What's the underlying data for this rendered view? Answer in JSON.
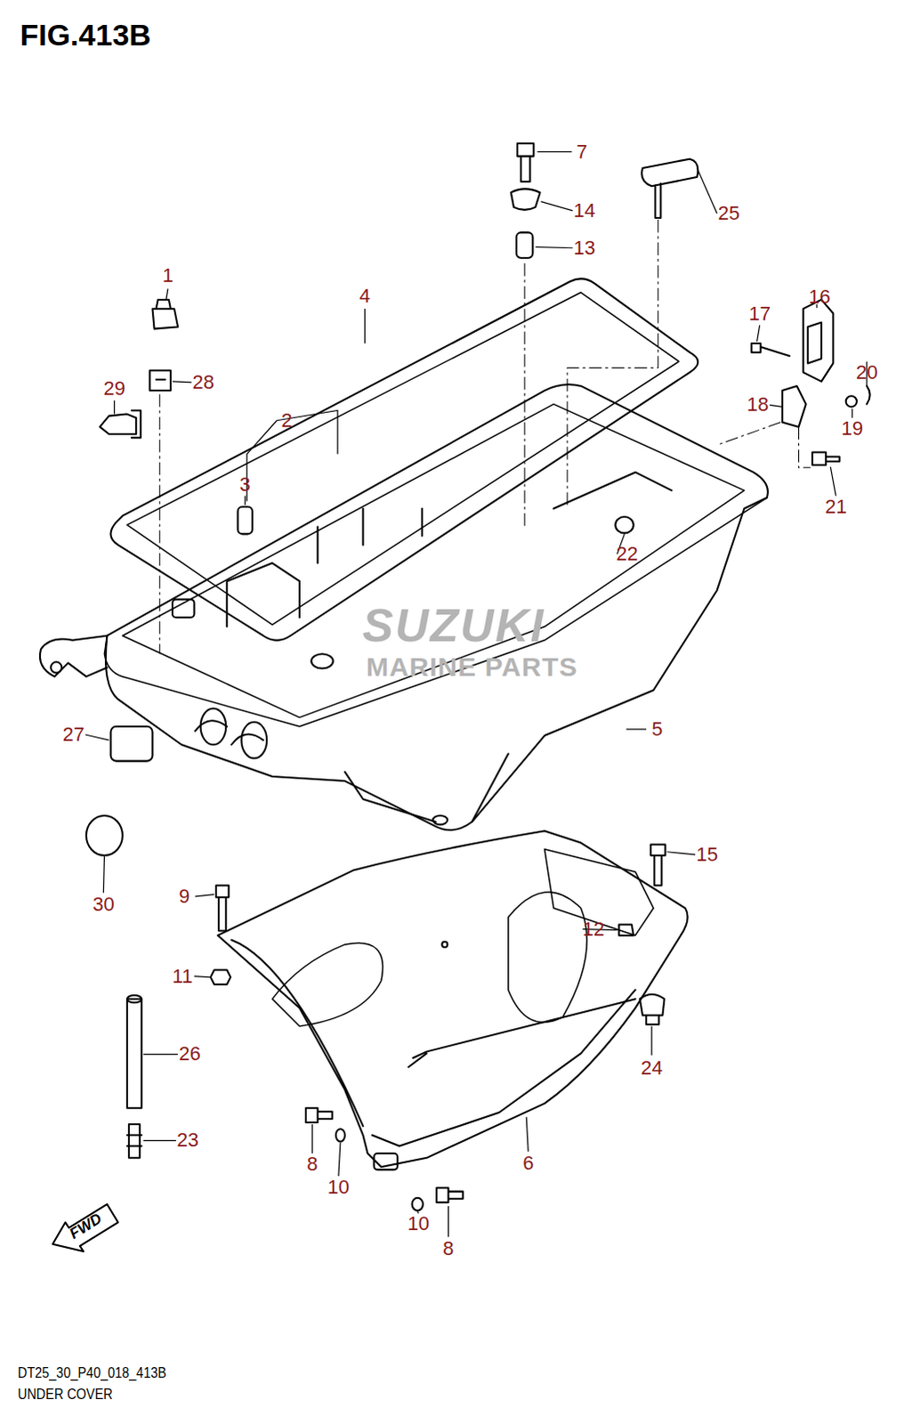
{
  "diagram": {
    "title": "FIG.413B",
    "caption": "UNDER COVER",
    "labels": [
      "1",
      "2",
      "3",
      "4",
      "5",
      "6",
      "7",
      "8",
      "8",
      "9",
      "10",
      "10",
      "11",
      "12",
      "13",
      "14",
      "15",
      "16",
      "17",
      "18",
      "19",
      "20",
      "21",
      "22",
      "23",
      "24",
      "25",
      "26",
      "27",
      "28",
      "29",
      "30",
      "SUZUKI",
      "MARINE PARTS",
      "FWD",
      "DT25_30_P40_018_413B"
    ]
  }
}
